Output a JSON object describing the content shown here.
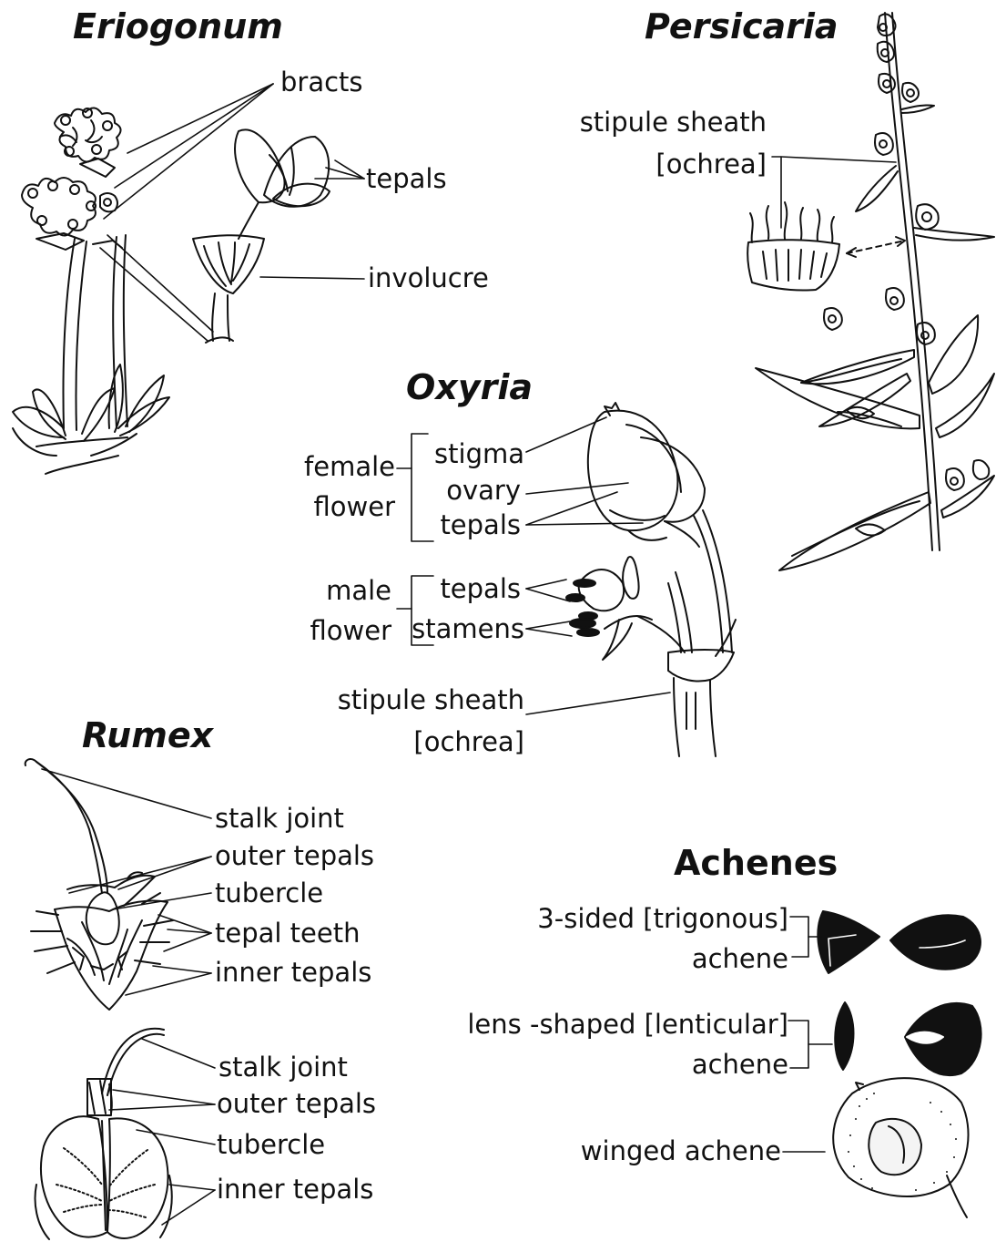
{
  "eriogonum": {
    "title": "Eriogonum",
    "labels": {
      "bracts": "bracts",
      "tepals": "tepals",
      "involucre": "involucre"
    }
  },
  "persicaria": {
    "title": "Persicaria",
    "labels": {
      "stipule_sheath": "stipule sheath",
      "ochrea": "[ochrea]"
    }
  },
  "oxyria": {
    "title": "Oxyria",
    "female": {
      "line1": "female",
      "line2": "flower",
      "stigma": "stigma",
      "ovary": "ovary",
      "tepals": "tepals"
    },
    "male": {
      "line1": "male",
      "line2": "flower",
      "tepals": "tepals",
      "stamens": "stamens"
    },
    "stipule_sheath": "stipule sheath",
    "ochrea": "[ochrea]"
  },
  "rumex": {
    "title": "Rumex",
    "upper": {
      "stalk_joint": "stalk joint",
      "outer_tepals": "outer tepals",
      "tubercle": "tubercle",
      "tepal_teeth": "tepal teeth",
      "inner_tepals": "inner tepals"
    },
    "lower": {
      "stalk_joint": "stalk joint",
      "outer_tepals": "outer tepals",
      "tubercle": "tubercle",
      "inner_tepals": "inner tepals"
    }
  },
  "achenes": {
    "title": "Achenes",
    "trigonous": {
      "line1": "3-sided [trigonous]",
      "line2": "achene"
    },
    "lenticular": {
      "line1": "lens -shaped [lenticular]",
      "line2": "achene"
    },
    "winged": "winged achene"
  }
}
